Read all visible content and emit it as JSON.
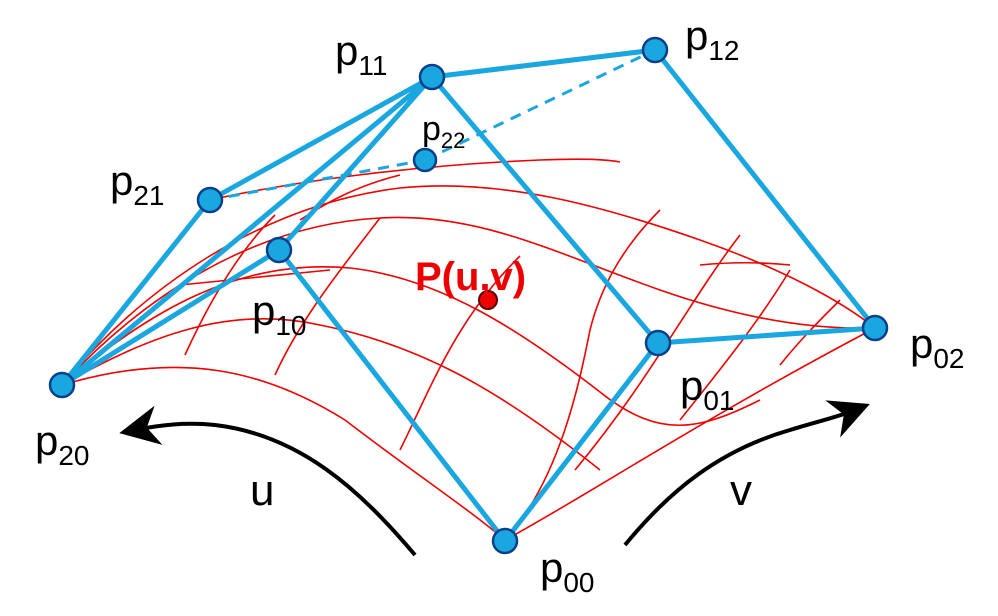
{
  "colors": {
    "control_net": "#1aa6df",
    "surface": "#ee0000",
    "point_fill": "#1aa6df",
    "point_stroke": "#0a3f8a",
    "surface_point": "#ee0000",
    "label": "#000000",
    "surface_label": "#ee0000",
    "arrow": "#000000"
  },
  "control_points": [
    {
      "id": "p00",
      "base": "p",
      "sub": "00"
    },
    {
      "id": "p01",
      "base": "p",
      "sub": "01"
    },
    {
      "id": "p02",
      "base": "p",
      "sub": "02"
    },
    {
      "id": "p10",
      "base": "p",
      "sub": "10"
    },
    {
      "id": "p11",
      "base": "p",
      "sub": "11"
    },
    {
      "id": "p12",
      "base": "p",
      "sub": "12"
    },
    {
      "id": "p20",
      "base": "p",
      "sub": "20"
    },
    {
      "id": "p21",
      "base": "p",
      "sub": "21"
    },
    {
      "id": "p22",
      "base": "p",
      "sub": "22"
    }
  ],
  "surface_point": {
    "label": "P(u,v)"
  },
  "directions": {
    "u": "u",
    "v": "v"
  }
}
